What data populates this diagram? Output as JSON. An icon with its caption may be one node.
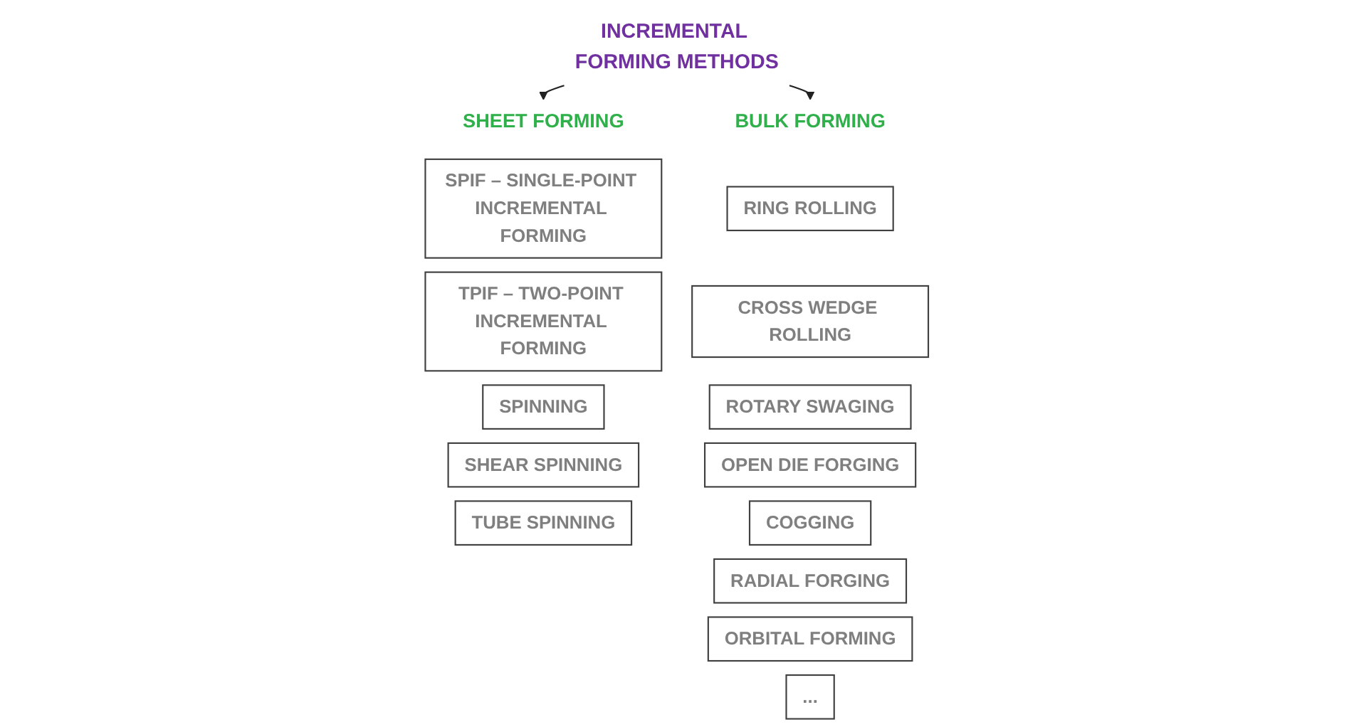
{
  "diagram": {
    "nodes": [
      {
        "text": [
          "INCREMENTAL FORMING METHODS"
        ]
      },
      {
        "text": [
          "SHEET FORMING"
        ]
      },
      {
        "text": [
          "BULK FORMING"
        ]
      },
      {
        "text": [
          "SPIF – SINGLE-POINT INCREMENTAL FORMING"
        ]
      },
      {
        "text": [
          "TPIF – TWO-POINT INCREMENTAL FORMING"
        ]
      },
      {
        "text": [
          "SPINNING"
        ]
      },
      {
        "text": [
          "SHEAR SPINNING"
        ]
      },
      {
        "text": [
          "TUBE SPINNING"
        ]
      },
      {
        "text": [
          "RING ROLLING"
        ]
      },
      {
        "text": [
          "CROSS WEDGE ROLLING"
        ]
      },
      {
        "text": [
          "ROTARY SWAGING"
        ]
      },
      {
        "text": [
          "OPEN DIE FORGING"
        ]
      },
      {
        "text": [
          "COGGING"
        ]
      },
      {
        "text": [
          "RADIAL FORGING"
        ]
      },
      {
        "text": [
          "ORBITAL FORMING"
        ]
      },
      {
        "text": [
          "..."
        ]
      }
    ],
    "edges": [
      {
        "from": 0,
        "to": 1,
        "arrow": "to"
      },
      {
        "from": 0,
        "to": 2,
        "arrow": "to"
      }
    ]
  }
}
